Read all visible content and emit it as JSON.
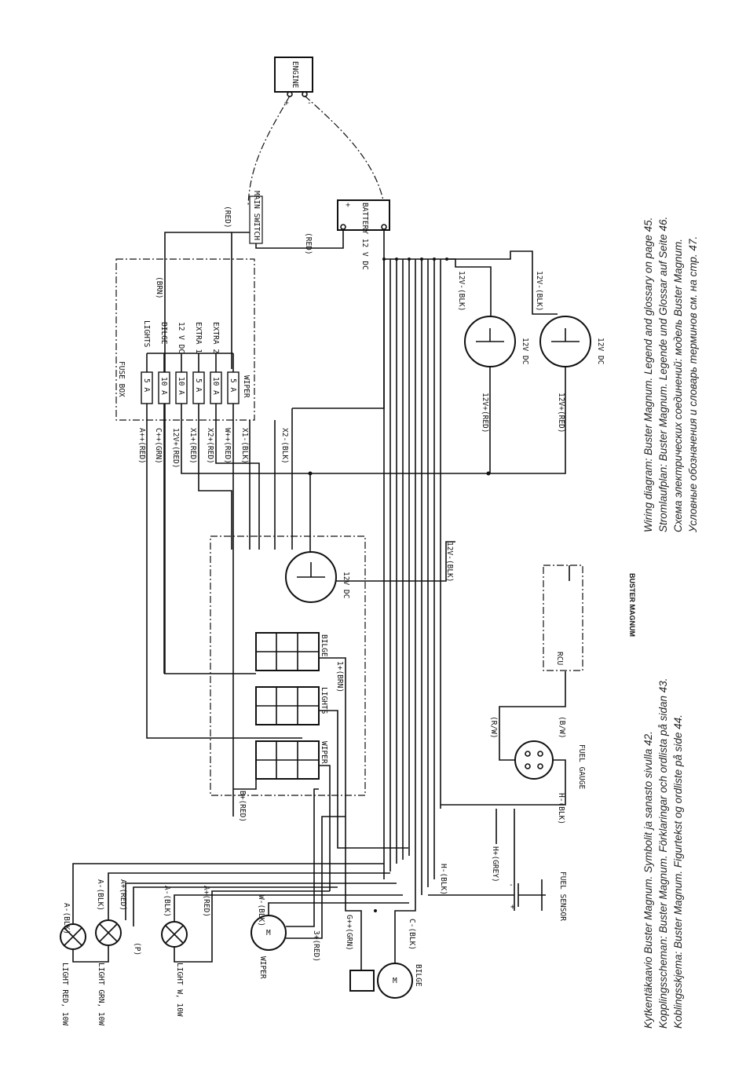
{
  "captions": {
    "left": [
      "Kytkentäkaavio Buster Magnum. Symbolit ja sanasto sivulla 42.",
      "Kopplingsscheman: Buster Magnum. Förklaringar och ordlista på sidan 43.",
      "Koblingsskjema: Buster Magnum. Figurtekst og ordliste på side 44."
    ],
    "right": [
      "Wiring diagram: Buster Magnum. Legend and glossary on page 45.",
      "Stromlaufplan: Buster Magnum. Legende und Glossar auf Seite 46.",
      "Схема электрических соединений: модель Buster Magnum.",
      "Условные обозначения и словарь терминов см. на стр. 47."
    ]
  },
  "title": "BUSTER MAGNUM",
  "components": {
    "engine": "ENGINE",
    "battery": "BATTERY 12 V DC",
    "main_switch": "MAIN SWITCH",
    "fuse_box": "FUSE BOX",
    "wiper_motor": "WIPER",
    "bilge_pump": "BILGE",
    "fuel_sensor": "FUEL SENSOR",
    "fuel_gauge": "FUEL GAUGE",
    "rcu": "RCU",
    "light_red": "LIGHT RED, 10W",
    "light_grn": "LIGHT GRN, 10W",
    "light_w": "LIGHT W, 10W",
    "outlet_label": "12V DC"
  },
  "fuses": [
    {
      "rating": "5 A",
      "circuit": "LIGHTS"
    },
    {
      "rating": "10 A",
      "circuit": "BILGE"
    },
    {
      "rating": "10 A",
      "circuit": "12 V DC"
    },
    {
      "rating": "5 A",
      "circuit": "EXTRA 1"
    },
    {
      "rating": "10 A",
      "circuit": "EXTRA 2"
    },
    {
      "rating": "5 A",
      "circuit": "WIPER"
    }
  ],
  "switches": [
    "BILGE",
    "LIGHTS",
    "WIPER"
  ],
  "wires": {
    "engine_plus": "+",
    "engine_minus": "-",
    "red": "(RED)",
    "red2": "(RED)",
    "brn": "(BRN)",
    "sw_bilge": "1+(BRN)",
    "batt_plus": "+",
    "a_red": "A++(RED)",
    "c_grn": "C++(GRN)",
    "v12_red": "12V+(RED)",
    "x1_red": "X1+(RED)",
    "x2_red": "X2+(RED)",
    "w_red": "W++(RED)",
    "x1_blk": "X1-(BLK)",
    "x2_blk": "X2-(BLK)",
    "gnd_blk1": "12V-(BLK)",
    "gnd_blk2": "12V-(BLK)",
    "gnd_blk3": "12V-(BLK)",
    "sock1_red": "12V+(RED)",
    "sock2_red": "12V+(RED)",
    "sock1_lbl": "12V DC",
    "sock2_lbl": "12V DC",
    "b_red": "B+(RED)",
    "light_red_blk": "A-(BLK)",
    "light_grn_blk": "A-(BLK)",
    "light_grn_red": "A+(RED)",
    "light_w_blk": "A-(BLK)",
    "light_w_red": "A+(RED)",
    "light_p": "(P)",
    "wiper_blk": "W-(BLK)",
    "wiper_red": "3+(RED)",
    "bilge_grn": "G++(GRN)",
    "bilge_blk": "C-(BLK)",
    "h_blk": "H-(BLK)",
    "h_grey": "H+(GREY)",
    "gauge_bw": "(B/W)",
    "gauge_rw": "(R/W)",
    "h_blk2": "H-(BLK)"
  }
}
